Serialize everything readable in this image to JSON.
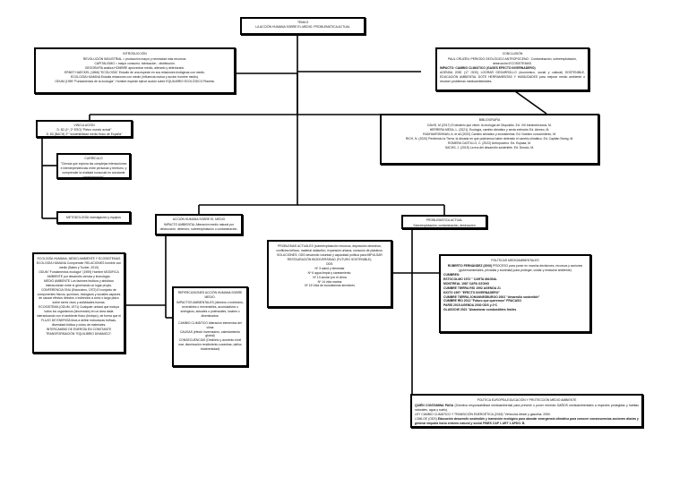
{
  "root": {
    "title": "TEMA 5",
    "subtitle": "LA ACCIÓN HUMANA SOBRE EL MEDIO. PROBLEMÁTICA ACTUAL"
  },
  "introduccion": {
    "title": "INTRODUCCIÓN",
    "lines": [
      "REVOLUCIÓN INDUSTRIAL = producción mayor y necesidad más recursos.",
      "CAPITALISMO = mayor consumo- fabricación - distribución.",
      "GEOGRAFÍA analiza HOMBRE aprovechar medio, alterarlo y deteriorarlo.",
      "ERNST HAECKEL (1866) \"ECOLOGÍA\" Estudio de una especie en sus relaciones biológicas con medio.",
      "ECOLOGÍA HUMANA Estudia relaciones con medio (influencia mutua y acción hombre medio).",
      "ODUM (1959 \"Fundamentos de la ecología\". Hombre especie ejerce acción sobre EQUILIBRIO ECOLÓGICO Planeta."
    ]
  },
  "conclusion": {
    "title": "CONCLUSIÓN",
    "lines": [
      "PAUL CRUZEN: PERIODO GEOLÓGICO ANTROPOCENO : Contaminación, sobreexplotación, destrucción ECOSISTEMAS.",
      "IMPACTO: CAMBIO CLIMÁTICO (GASES EFECTO INVERNADERO)",
      "AGENDA 2030 (17 ODS) LOGRAR DESARROLLO (económico, social y cultural) SOSTENIBLE. EDUCACIÓN AMBIENTAL DOTE HERRAMIENTAS Y HABILIDADES para mejorar medio ambiente o resolver problemas medioambientales."
    ]
  },
  "bibliografia": {
    "title": "BIBLIOGRAFÍA",
    "lines": [
      "DAVIS, M (2017) El desierto que viene: la ecología de Dispositio. Ed. VIII Intramericanos, M.",
      "HERRERA MESA, L. (2021). Ecología, cambio climático y sexta extinción Ed. Ateneo, M.",
      "RADHAKRISHNAN, A. et all (2022) Cambio climático y ecosistemas. Ed. Nuestro conocimiento, M.",
      "RICH, N. (2020) Perdiendo la Tierra. la década en que podríamos haber detenido el cambio climático. Ed. Capitán Swing, M.",
      "ROMERA CASTILLO, C. (2022) Antropoceno. Ed. Espasa, M.",
      "SACHS, J. (2015) La era del desarrollo sostenible. Ed. Deusto, M."
    ]
  },
  "vinculacion": {
    "title": "VINCULACIÓN",
    "lines": [
      "D. 82 (1º, 2º ESO) \"Retos mundo actual\"",
      "D. 83 (BACH) 2º \"sostenibilidad medio físico de España\""
    ]
  },
  "curriculo": {
    "title": "CURRÍCULO",
    "text": "\"Ciencia que explora las complejas interacciones e interdependencias entre personas y territorio, y comprender la realidad ecosocial en constante transformación\""
  },
  "metodologia": {
    "text": "METODOLOGÍA investigación y equipos"
  },
  "accion_humana": {
    "title": "ACCIÓN HUMANA SOBRE EL MEDIO",
    "text": "IMPACTO AMBIENTAL Alteración medio natural por destrucción, deterioro, sobreexplotación o contaminación."
  },
  "problematica": {
    "title": "PROBLEMÁTICA ACTUAL",
    "text": "Sobreexplotación, contaminación, destrucción"
  },
  "ecologia": {
    "lines": [
      "ECOLOGÍA HUMANA, MEDIO AMBIENTE Y ECOSISTEMAS",
      "ECOLOGÍA HUMANA Comprender RELACIONES hombre con medio (Bates y Tucker, 2010)",
      "ODUM \"Fundamentos ecología\" (1959) Hombre MODIFICA AMBIENTE por desarrollo ciencia y tecnología.",
      "MEDIO AMBIENTE Los factores bióticos y abióticos interaccionan entre sí generando un lugar propio.",
      "CONFERENCIA ONU (Estocolmo, 1972) El conjunto de componentes físicos, químicos, biológicos y sociales capaces de causar efectos directos o indirectos a corto o largo plazo sobre seres vivos y actividades humas.",
      "ECOSISTEMA (ODUM, 1971) Cualquier unidad que incluya todos los organismos (biocenosis) en un área dada interactuando con el ambiente físico (biotopo), de forma que el FLUJO DE ENERGÍA lleva a definir estructuras tróficas, diversidad biótica y ciclos de materiales.",
      "INTERCAMBIO DE ENERGÍA EN CONSTANTE TRANSFORMACIÓN \"EQUILIBRIO DINÁMICO\"."
    ]
  },
  "repercusiones": {
    "title": "REPERCUSIONES ACCIÓN HUMANA SOBRE MEDIO.",
    "lines": [
      "IMPACTOS AMBIENTALES (directos o indirectos, reversibles o irreversibles, acumulativos o sinérgicos, actuales o potenciales, locales o diseminados.",
      "CAMBIO CLIMÁTICO Alteración elementos del clima",
      "CAUSAS (efecto invernadero, calentamiento global)",
      "CONSECUENCIAS (Deshielo y aumento nivel mar, disminución rendimiento cosechas, daños biodiversidad)"
    ]
  },
  "problemas": {
    "lines": [
      "PROBLEMAS ACTUALES (sobreexplotación recursos, deposición desechos, conflictos bélicos, material radiactivo, expansión urbana, consumo de plásticos.",
      "SOLUCIONES: ODS desarrollo voluntad y capacidad política para IMPULSAR RESTAURACIÓN BIODIVERSIDAD (FUTURO SOSTENIBLE).",
      "ODS:",
      "Nº 3 salud y bienestar",
      "Nº 6 agua limpia y saneamiento.",
      "Nº 13 acción por el clima",
      "Nº 14 vida marina",
      "Nº 15 Vida de ecosistemas terrestres"
    ]
  },
  "politicas": {
    "title": "POLÍTICAS MEDIOAMBIENTALES",
    "intro_bold": "ROBERTO FERNÁNDEZ (2000)",
    "intro_rest": " PROCESO para poner en marcha decisiones, recursos y acciones (gubernamentales, privadas y sociedad) para proteger, cuidar y restaurar ambiente)",
    "cumbres_label": "CUMBRES:",
    "cumbres": [
      "ESTOCOLMO 1972 \" CARTA MAGNA.",
      "MONTREAL 1987 CAPA OZONO",
      "CUMBRE TIERRA RÍO 1992 AGENDA 21",
      "KIOTO 1997 \"EFECTO INVERNADERO\"",
      "CUMBRE TIERRA JOHANNESBURGO 2002 \"desarrollo sostenible\"",
      "CUMBRE RÍO 2012 \"Futuro que queremos\" FRACASO",
      "PARÍS 2015 AGENDA 2030 ODS y 2ºC",
      "GLASGOW 2021 \"Abandonar combustibles fósiles"
    ]
  },
  "politica_europea": {
    "title": "POLÍTICA EUROPEA,EDUCACIÓN Y PROTECCIÓN MEDIO AMBIENTE",
    "line1_bold": "QUIÉN CONTAMINA PAGA",
    "line1_rest": " (Directiva responsabilidad medioambiental para prevenir o poner remedio DAÑOS medioambientales a especies protegidas y hábitas naturales, agua y suelo).",
    "line2": "LEY CAMBIO CLIMÁTICO Y TRANSICIÓN ENERGÉTICA (2018) \"Vehículos diesel y gasolina. 2050.",
    "line3_prefix": "LOMLOE (ODS) ",
    "line3_bold": "Educación desarrollo sostenible y transición ecológica para abordar emergencia climática para conocer consecuencias acciones diarias y generar empatía hacia entorno natural y social",
    "line3_suffix": " FINES CAP 1 ART 1 APDO. B."
  }
}
